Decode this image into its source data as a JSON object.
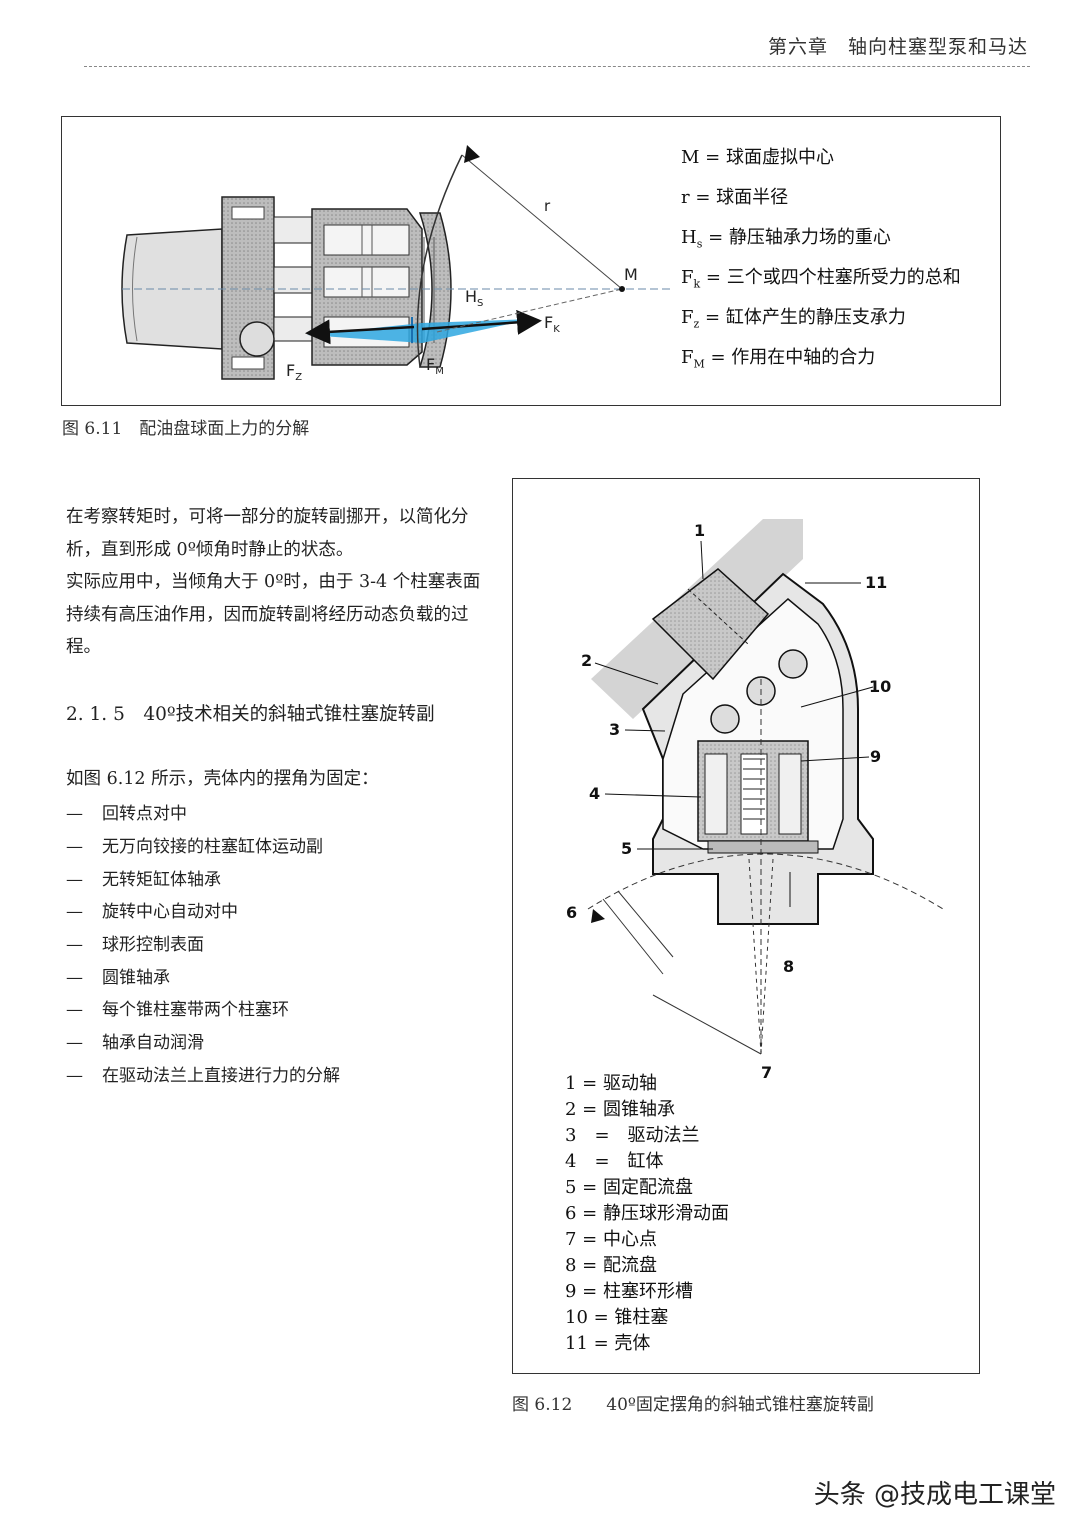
{
  "header": {
    "title": "第六章　轴向柱塞型泵和马达"
  },
  "figure1": {
    "labels": {
      "r": "r",
      "M": "M",
      "Hs": "H",
      "Hs_sub": "S",
      "Fk": "F",
      "Fk_sub": "K",
      "Fz": "F",
      "Fz_sub": "Z",
      "Fm": "F",
      "Fm_sub": "M"
    },
    "legend": [
      {
        "sym": "M",
        "sub": "",
        "text": " = 球面虚拟中心"
      },
      {
        "sym": "r",
        "sub": "",
        "text": " = 球面半径"
      },
      {
        "sym": "H",
        "sub": "s",
        "text": " = 静压轴承力场的重心"
      },
      {
        "sym": "F",
        "sub": "k",
        "text": " = 三个或四个柱塞所受力的总和"
      },
      {
        "sym": "F",
        "sub": "z",
        "text": " = 缸体产生的静压支承力"
      },
      {
        "sym": "F",
        "sub": "M",
        "text": " = 作用在中轴的合力"
      }
    ],
    "caption": "图 6.11　配油盘球面上力的分解"
  },
  "body": {
    "paragraph1": "在考察转矩时，可将一部分的旋转副挪开，以简化分析，直到形成 0º倾角时静止的状态。",
    "paragraph2": "实际应用中，当倾角大于 0º时，由于 3-4 个柱塞表面持续有高压油作用，因而旋转副将经历动态负载的过程。",
    "section_title": "2. 1. 5　40º技术相关的斜轴式锥柱塞旋转副",
    "intro": "如图 6.12 所示，壳体内的摆角为固定：",
    "dash": "—",
    "bullets": [
      "回转点对中",
      "无万向铰接的柱塞缸体运动副",
      "无转矩缸体轴承",
      "旋转中心自动对中",
      "球形控制表面",
      "圆锥轴承",
      "每个锥柱塞带两个柱塞环",
      "轴承自动润滑",
      "在驱动法兰上直接进行力的分解"
    ]
  },
  "figure2": {
    "callouts": [
      "1",
      "2",
      "3",
      "4",
      "5",
      "6",
      "7",
      "8",
      "9",
      "10",
      "11"
    ],
    "legend": [
      "1 = 驱动轴",
      "2 = 圆锥轴承",
      "3　=　驱动法兰",
      "4　=　缸体",
      "5 = 固定配流盘",
      "6 = 静压球形滑动面",
      "7 = 中心点",
      "8 = 配流盘",
      "9 = 柱塞环形槽",
      "10 = 锥柱塞",
      "11 = 壳体"
    ],
    "caption": "图 6.12　　40º固定摆角的斜轴式锥柱塞旋转副"
  },
  "watermark": "头条 @技成电工课堂"
}
